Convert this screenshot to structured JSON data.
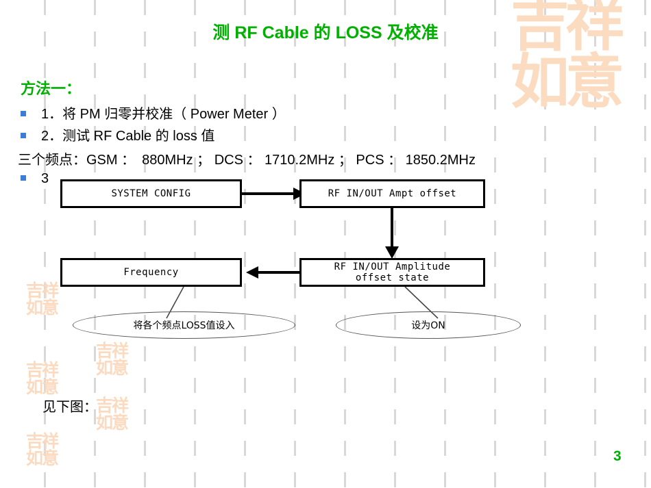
{
  "slide": {
    "title": "测 RF Cable 的 LOSS 及校准",
    "page_number": "3",
    "title_color": "#00b000",
    "bullet_color": "#3a7fd5"
  },
  "body": {
    "method_label": "方法一：",
    "bullet_1": "1．将 PM 归零并校准（ Power Meter ）",
    "bullet_2": "2．测试 RF Cable 的 loss 值",
    "bullet_3": "3",
    "frequency_line": "三个频点：GSM ：　880MHz ； DCS ： 1710.2MHz ； PCS ： 1850.2MHz",
    "see_below": "见下图："
  },
  "diagram": {
    "boxes": [
      {
        "id": "system-config",
        "label": "SYSTEM CONFIG"
      },
      {
        "id": "rf-ampt-offset",
        "label": "RF IN/OUT Ampt offset"
      },
      {
        "id": "frequency",
        "label": "Frequency"
      },
      {
        "id": "rf-amp-state",
        "label": "RF IN/OUT Amplitude\noffset state"
      }
    ],
    "box_line_1": "RF IN/OUT Amplitude",
    "box_line_2": "offset state",
    "ellipses": [
      {
        "id": "loss-note",
        "label": "将各个频点LOSS值设入"
      },
      {
        "id": "on-note",
        "label": "设为ON"
      }
    ]
  },
  "watermark": {
    "big_row_1": "吉祥",
    "big_row_2": "如意",
    "small_row_1": "吉祥",
    "small_row_2": "如意"
  }
}
